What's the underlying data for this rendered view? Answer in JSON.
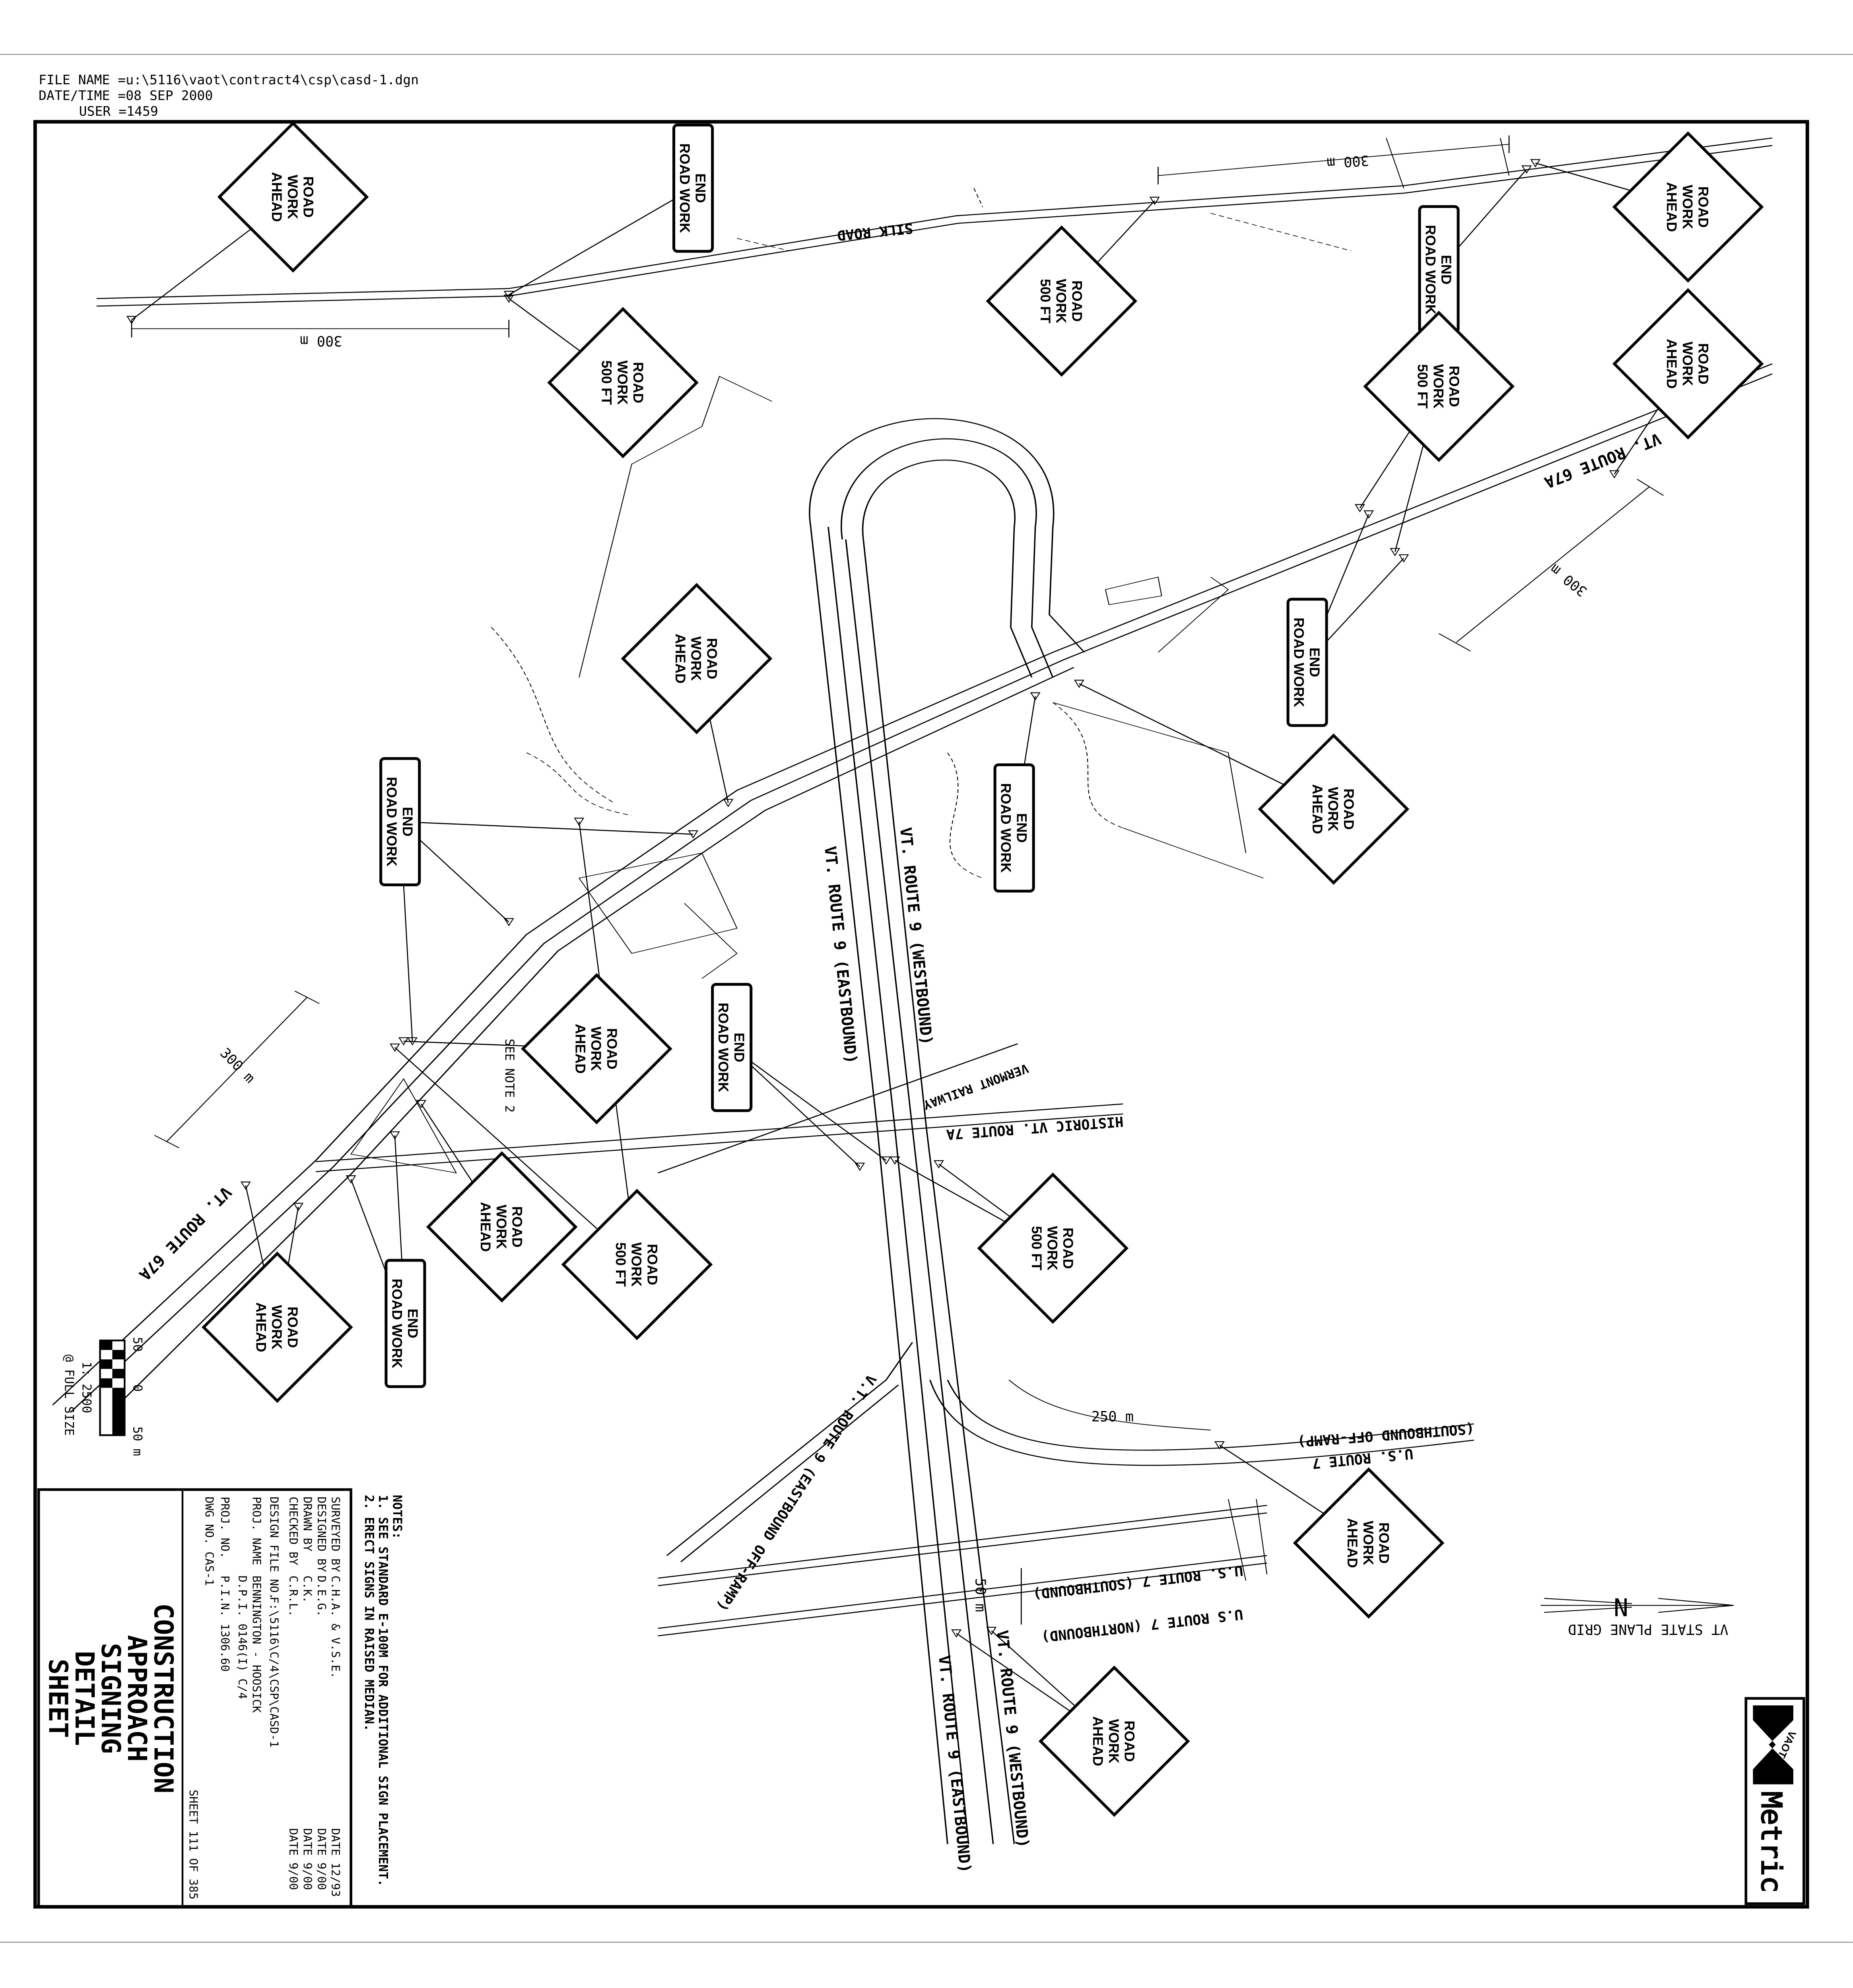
{
  "header": {
    "file_name": "FILE NAME =u:\\5116\\vaot\\contract4\\csp\\casd-1.dgn",
    "date_time": "DATE/TIME =08 SEP 2000",
    "user": "USER =1459"
  },
  "signs": [
    {
      "type": "diamond",
      "lines": [
        "ROAD",
        "WORK",
        "AHEAD"
      ]
    },
    {
      "type": "rect",
      "lines": [
        "END",
        "ROAD WORK"
      ]
    },
    {
      "type": "diamond",
      "lines": [
        "ROAD",
        "WORK",
        "500 FT"
      ]
    },
    {
      "type": "diamond",
      "lines": [
        "ROAD",
        "WORK",
        "500 FT"
      ]
    },
    {
      "type": "rect",
      "lines": [
        "END",
        "ROAD WORK"
      ]
    },
    {
      "type": "diamond",
      "lines": [
        "ROAD",
        "WORK",
        "AHEAD"
      ]
    },
    {
      "type": "diamond",
      "lines": [
        "ROAD",
        "WORK",
        "AHEAD"
      ]
    },
    {
      "type": "diamond",
      "lines": [
        "ROAD",
        "WORK",
        "500 FT"
      ]
    },
    {
      "type": "rect",
      "lines": [
        "END",
        "ROAD WORK"
      ]
    },
    {
      "type": "diamond",
      "lines": [
        "ROAD",
        "WORK",
        "AHEAD"
      ]
    },
    {
      "type": "rect",
      "lines": [
        "END",
        "ROAD WORK"
      ]
    },
    {
      "type": "rect",
      "lines": [
        "END",
        "ROAD WORK"
      ]
    },
    {
      "type": "diamond",
      "lines": [
        "ROAD",
        "WORK",
        "AHEAD"
      ]
    },
    {
      "type": "diamond",
      "lines": [
        "ROAD",
        "WORK",
        "AHEAD"
      ]
    },
    {
      "type": "rect",
      "lines": [
        "END",
        "ROAD WORK"
      ]
    },
    {
      "type": "diamond",
      "lines": [
        "ROAD",
        "WORK",
        "AHEAD"
      ]
    },
    {
      "type": "diamond",
      "lines": [
        "ROAD",
        "WORK",
        "500 FT"
      ]
    },
    {
      "type": "diamond",
      "lines": [
        "ROAD",
        "WORK",
        "500 FT"
      ]
    },
    {
      "type": "diamond",
      "lines": [
        "ROAD",
        "WORK",
        "AHEAD"
      ]
    },
    {
      "type": "rect",
      "lines": [
        "END",
        "ROAD WORK"
      ]
    },
    {
      "type": "diamond",
      "lines": [
        "ROAD",
        "WORK",
        "AHEAD"
      ]
    },
    {
      "type": "diamond",
      "lines": [
        "ROAD",
        "WORK",
        "AHEAD"
      ]
    }
  ],
  "roads": {
    "silk_road": "SILK ROAD",
    "vt67a_north": "VT. ROUTE 67A",
    "vt67a_south": "VT. ROUTE 67A",
    "vt9_westbound": "VT. ROUTE 9 (WESTBOUND)",
    "vt9_eastbound": "VT. ROUTE 9 (EASTBOUND)",
    "railway": "VERMONT RAILWAY",
    "historic_7a": "HISTORIC VT. ROUTE 7A",
    "vt9_eb_offramp": "V.T. ROUTE 9 (EASTBOUND OFF-RAMP)",
    "us7_sb_offramp": "(SOUTHBOUND OFF-RAMP)",
    "us7": "U.S. ROUTE 7",
    "us7_southbound": "U.S. ROUTE 7 (SOUTHBOUND)",
    "us7_northbound": "U.S ROUTE 7 (NORTHBOUND)",
    "vt9_eastbound_south": "VT. ROUTE 9 (EASTBOUND)",
    "vt9_westbound_south": "VT. ROUTE 9 (WESTBOUND)",
    "see_note": "SEE NOTE 2"
  },
  "dimensions": {
    "d1": "300 m",
    "d2": "300 m",
    "d3": "300 m",
    "d4": "300 m",
    "d5": "250 m",
    "d6": "50 m"
  },
  "scale": {
    "left": "50",
    "center": "0",
    "right": "50 m",
    "ratio": "1: 2500",
    "note": "@ FULL SIZE"
  },
  "north": {
    "label": "VT  STATE PLANE GRID",
    "letter": "N"
  },
  "notes": {
    "title": "NOTES:",
    "items": [
      "1. SEE STANDARD E-100M FOR ADDITIONAL SIGN PLACEMENT.",
      "2. ERECT SIGNS IN RAISED MEDIAN."
    ]
  },
  "title_block": {
    "title_lines": [
      "CONSTRUCTION",
      "APPROACH",
      "SIGNING",
      "DETAIL",
      "SHEET"
    ],
    "surveyed_label": "SURVEYED BY",
    "surveyed_value": "C.H.A. & V.S.E.",
    "surveyed_date": "DATE 12/93",
    "designed_label": "DESIGNED BY",
    "designed_value": "D.E.G.",
    "designed_date": "DATE 9/00",
    "drawn_label": "DRAWN BY",
    "drawn_value": "C.K.",
    "drawn_date": "DATE 9/00",
    "checked_label": "CHECKED BY",
    "checked_value": "C.R.L.",
    "checked_date": "DATE 9/00",
    "design_file_label": "DESIGN FILE NO.",
    "design_file_value": "F:\\5116\\C/4\\CSP\\CASD-1",
    "proj_name_label": "PROJ. NAME",
    "proj_name_value": "BENNINGTON - HOOSICK",
    "proj_name_value2": "D.P.I. 0146(I) C/4",
    "proj_no_label": "PROJ. NO.",
    "proj_no_value": "P.I.N. 1306.60",
    "dwg_no": "DWG NO. CAS-1",
    "sheet": "SHEET 111 OF 385"
  },
  "logo": {
    "brand": "VAOT",
    "word": "Metric"
  }
}
